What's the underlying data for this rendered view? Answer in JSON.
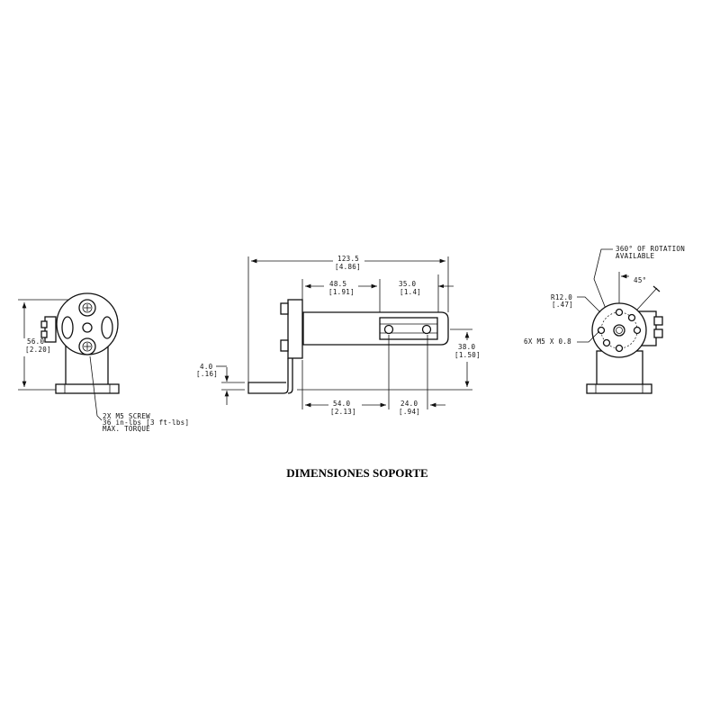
{
  "title": "DIMENSIONES SOPORTE",
  "left_view": {
    "height_mm": "56.0",
    "height_in": "[2.20]",
    "screw_note": [
      "2X M5 SCREW",
      "36 in-lbs [3 ft-lbs]",
      "MAX. TORQUE"
    ]
  },
  "side_view": {
    "overall_mm": "123.5",
    "overall_in": "[4.86]",
    "arm_mm": "48.5",
    "arm_in": "[1.91]",
    "slot_mm": "35.0",
    "slot_in": "[1.4]",
    "thickness_mm": "4.0",
    "thickness_in": "[.16]",
    "height_mm": "38.0",
    "height_in": "[1.50]",
    "hole1_mm": "54.0",
    "hole1_in": "[2.13]",
    "hole_spacing_mm": "24.0",
    "hole_spacing_in": "[.94]"
  },
  "right_view": {
    "rotation_note": [
      "360° OF ROTATION",
      "AVAILABLE"
    ],
    "angle": "45°",
    "radius_mm": "R12.0",
    "radius_in": "[.47]",
    "holes": "6X M5 X 0.8"
  }
}
